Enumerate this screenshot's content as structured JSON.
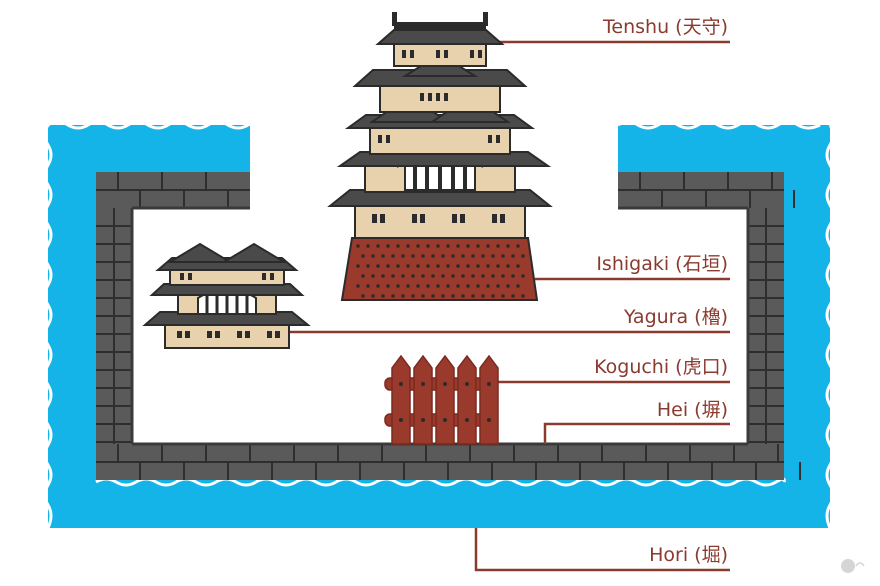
{
  "labels": {
    "tenshu": "Tenshu (天守)",
    "ishigaki": "Ishigaki (石垣)",
    "yagura": "Yagura (櫓)",
    "koguchi": "Koguchi (虎口)",
    "hei": "Hei (塀)",
    "hori": "Hori (堀)"
  },
  "colors": {
    "label_text": "#8b3a2f",
    "leader_line": "#8b3a2f",
    "water": "#14b4e8",
    "water_foam": "#ffffff",
    "stone_wall": "#5a5a5a",
    "stone_mortar": "#2e2e2e",
    "roof": "#4a4a4a",
    "roof_dark": "#2b2b2b",
    "plaster": "#e8d2ad",
    "ishigaki_base": "#9a3a2c",
    "fence": "#9a3a2c"
  },
  "icons": [
    "castle-keep-icon",
    "turret-icon",
    "gate-fence-icon",
    "watermark-icon"
  ]
}
